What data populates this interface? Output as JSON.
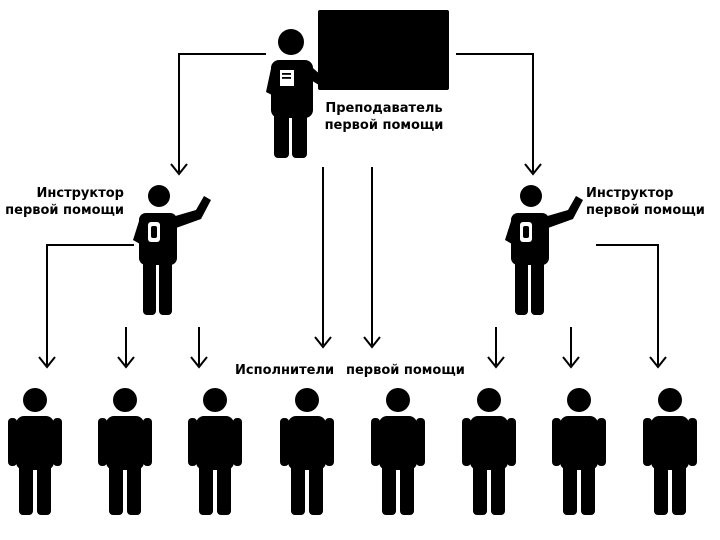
{
  "colors": {
    "ink": "#000000",
    "background": "#ffffff"
  },
  "teacher": {
    "label_line1": "Преподаватель",
    "label_line2": "первой помощи"
  },
  "instructor_left": {
    "label_line1": "Инструктор",
    "label_line2": "первой помощи"
  },
  "instructor_right": {
    "label_line1": "Инструктор",
    "label_line2": "первой помощи"
  },
  "performers": {
    "label_word1": "Исполнители",
    "label_word2": "первой помощи"
  },
  "icons": [
    "teacher-at-board-icon",
    "instructor-pointing-icon",
    "person-icon",
    "arrow-down-icon"
  ]
}
